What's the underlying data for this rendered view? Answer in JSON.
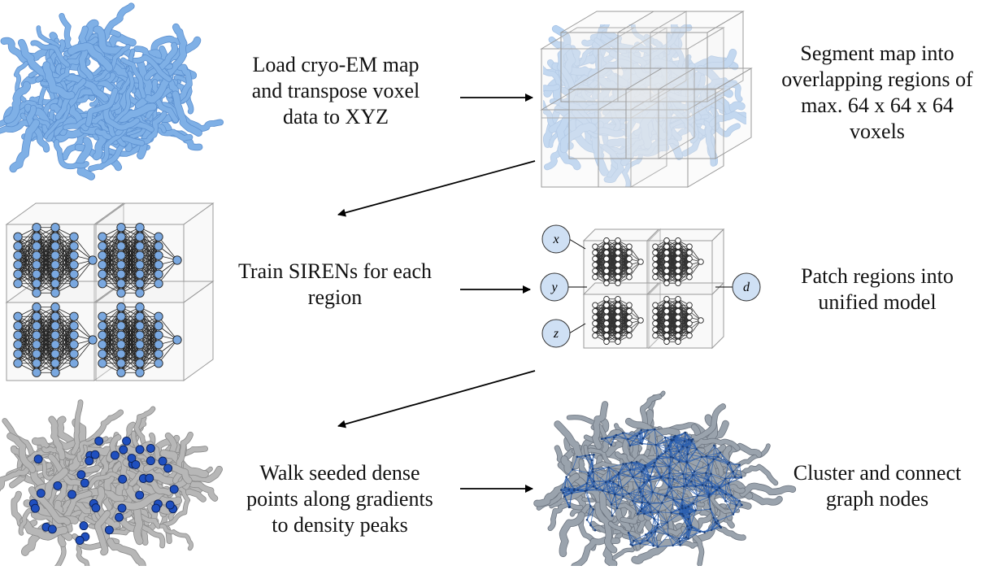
{
  "steps": {
    "load": "Load cryo-EM map\nand transpose voxel\ndata to XYZ",
    "segment": "Segment map into\noverlapping regions of\nmax. 64 x 64 x 64\nvoxels",
    "train": "Train SIRENs for each\nregion",
    "patch": "Patch regions into\nunified model",
    "walk": "Walk seeded dense\npoints along gradients\nto density peaks",
    "cluster": "Cluster and connect\ngraph nodes"
  },
  "model_io": {
    "input_x": "x",
    "input_y": "y",
    "input_z": "z",
    "output_d": "d"
  },
  "colors": {
    "density_blue": "#7fb0e6",
    "density_blue_dark": "#5b8fcf",
    "node_blue": "#7aa8e0",
    "seed_blue": "#1f4fbf",
    "grey_density": "#b7b7b7",
    "io_fill": "#cfe0f4",
    "box_edge": "#9a9a9a",
    "box_fill": "#eeeeee"
  }
}
